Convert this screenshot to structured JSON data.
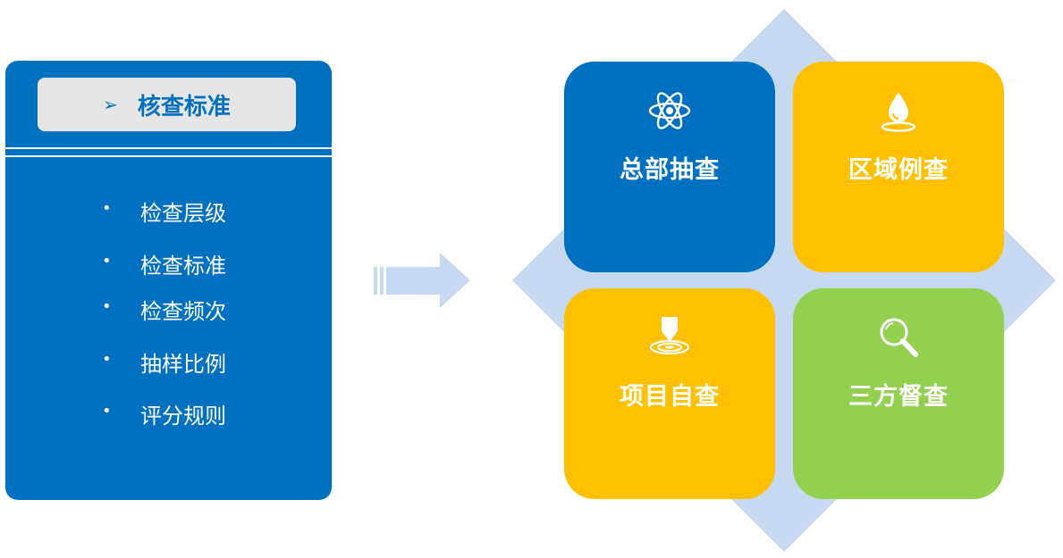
{
  "panel": {
    "header": "核查标准",
    "items": [
      "检查层级",
      "检查标准",
      "检查频次",
      "抽样比例",
      "评分规则"
    ]
  },
  "quadrants": [
    {
      "label": "总部抽查",
      "icon": "atom-icon",
      "color": "#0070C0"
    },
    {
      "label": "区域例查",
      "icon": "water-drop-icon",
      "color": "#FFC000"
    },
    {
      "label": "项目自查",
      "icon": "target-marker-icon",
      "color": "#FFC000"
    },
    {
      "label": "三方督查",
      "icon": "magnifier-icon",
      "color": "#92D050"
    }
  ],
  "colors": {
    "primary_blue": "#0070C0",
    "gold": "#FFC000",
    "green": "#92D050",
    "light_blue": "#C6D9F1",
    "header_gray": "#E7E6E6"
  }
}
